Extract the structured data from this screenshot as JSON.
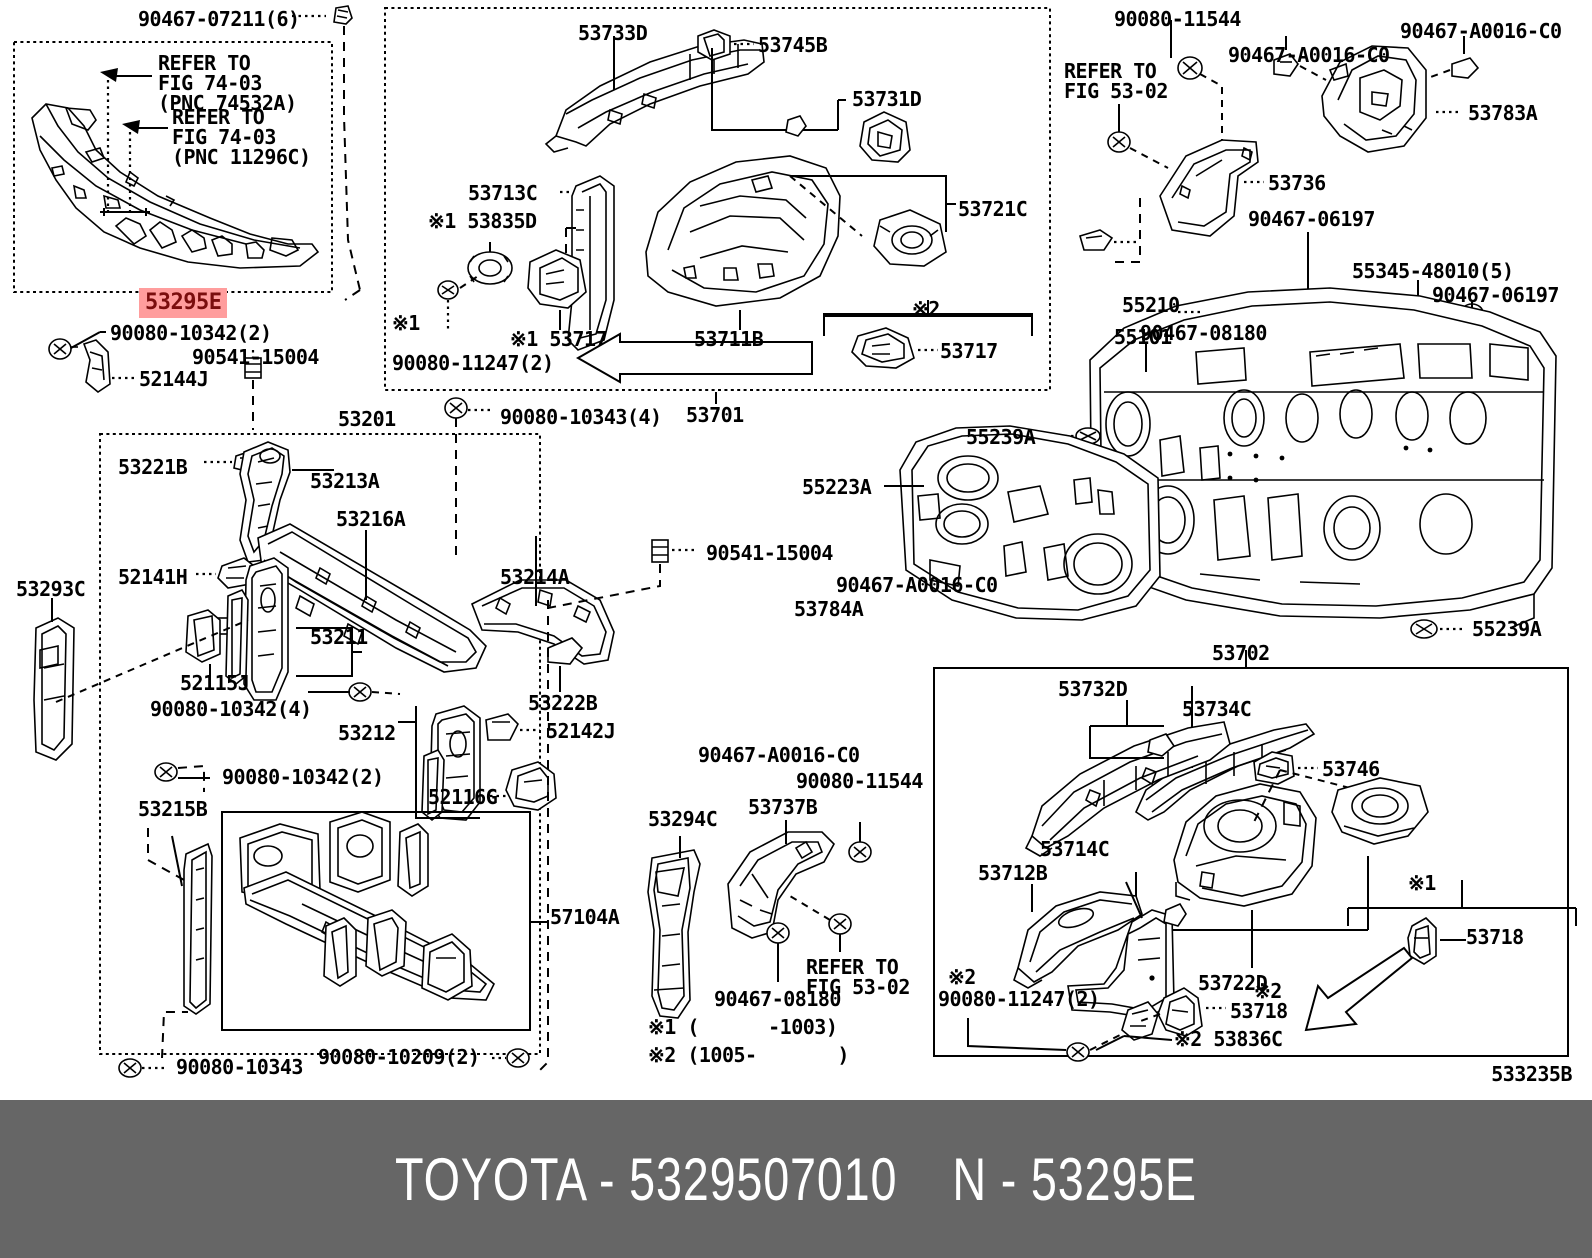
{
  "banner": {
    "brand": "TOYOTA",
    "sep": "-",
    "part_number": "5329507010",
    "suffix_prefix": "N",
    "suffix_code": "53295E",
    "full_text": "TOYOTA - 5329507010    N - 53295E"
  },
  "diagram": {
    "id": "533235B",
    "highlighted_part": "53295E",
    "notes": [
      "※1 (      -1003)",
      "※2 (1005-       )"
    ]
  },
  "labels": {
    "l001": "90467-07211(6)",
    "l002": "REFER TO",
    "l003": "FIG 74-03",
    "l004": "(PNC 74532A)",
    "l005": "REFER TO",
    "l006": "FIG 74-03",
    "l007": "(PNC 11296C)",
    "l008": "53295E",
    "l009": "90080-10342(2)",
    "l010": "90541-15004",
    "l011": "52144J",
    "l012": "53733D",
    "l013": "53745B",
    "l014": "53731D",
    "l015": "53713C",
    "l016": "※1 53835D",
    "l017": "53721C",
    "l018": "※1",
    "l019": "90080-11247(2)",
    "l020": "※1 53717",
    "l021": "53711B",
    "l022": "※2",
    "l023": "53717",
    "l024": "53701",
    "l025": "90080-11544",
    "l026": "REFER TO",
    "l027": "FIG 53-02",
    "l028": "90467-A0016-C0",
    "l029": "90467-A0016-C0",
    "l030": "53783A",
    "l031": "53736",
    "l032": "90467-08180",
    "l033": "90467-06197",
    "l034": "55345-48010(5)",
    "l035": "90467-06197",
    "l036": "55210",
    "l037": "55101",
    "l038": "53201",
    "l039": "90080-10343(4)",
    "l040": "53221B",
    "l041": "53213A",
    "l042": "53216A",
    "l043": "52141H",
    "l044": "53293C",
    "l045": "53211",
    "l046": "52115J",
    "l047": "90080-10342(4)",
    "l048": "53212",
    "l049": "53214A",
    "l050": "90541-15004",
    "l051": "53222B",
    "l052": "52142J",
    "l053": "52116G",
    "l054": "90080-10342(2)",
    "l055": "53215B",
    "l056": "57104A",
    "l057": "90080-10343",
    "l058": "90080-10209(2)",
    "l059": "55239A",
    "l060": "55223A",
    "l061": "90467-A0016-C0",
    "l062": "53784A",
    "l063": "90467-A0016-C0",
    "l064": "90080-11544",
    "l065": "53294C",
    "l066": "53737B",
    "l067": "REFER TO",
    "l068": "FIG 53-02",
    "l069": "90467-08180",
    "l070": "55239A",
    "l071": "53702",
    "l072": "53732D",
    "l073": "53734C",
    "l074": "53746",
    "l075": "53714C",
    "l076": "53712B",
    "l077": "53722D",
    "l078": "※2",
    "l079": "90080-11247(2)",
    "l080": "※2",
    "l081": "53718",
    "l082": "※2 53836C",
    "l083": "※1",
    "l084": "53718",
    "l085": "※1 (      -1003)",
    "l086": "※2 (1005-       )"
  },
  "colors": {
    "line": "#000000",
    "highlight_bg": "#ff9d9d",
    "highlight_fg": "#7a0d0d",
    "banner_bg": "#666666",
    "banner_fg": "#ffffff",
    "page_bg": "#ffffff"
  }
}
